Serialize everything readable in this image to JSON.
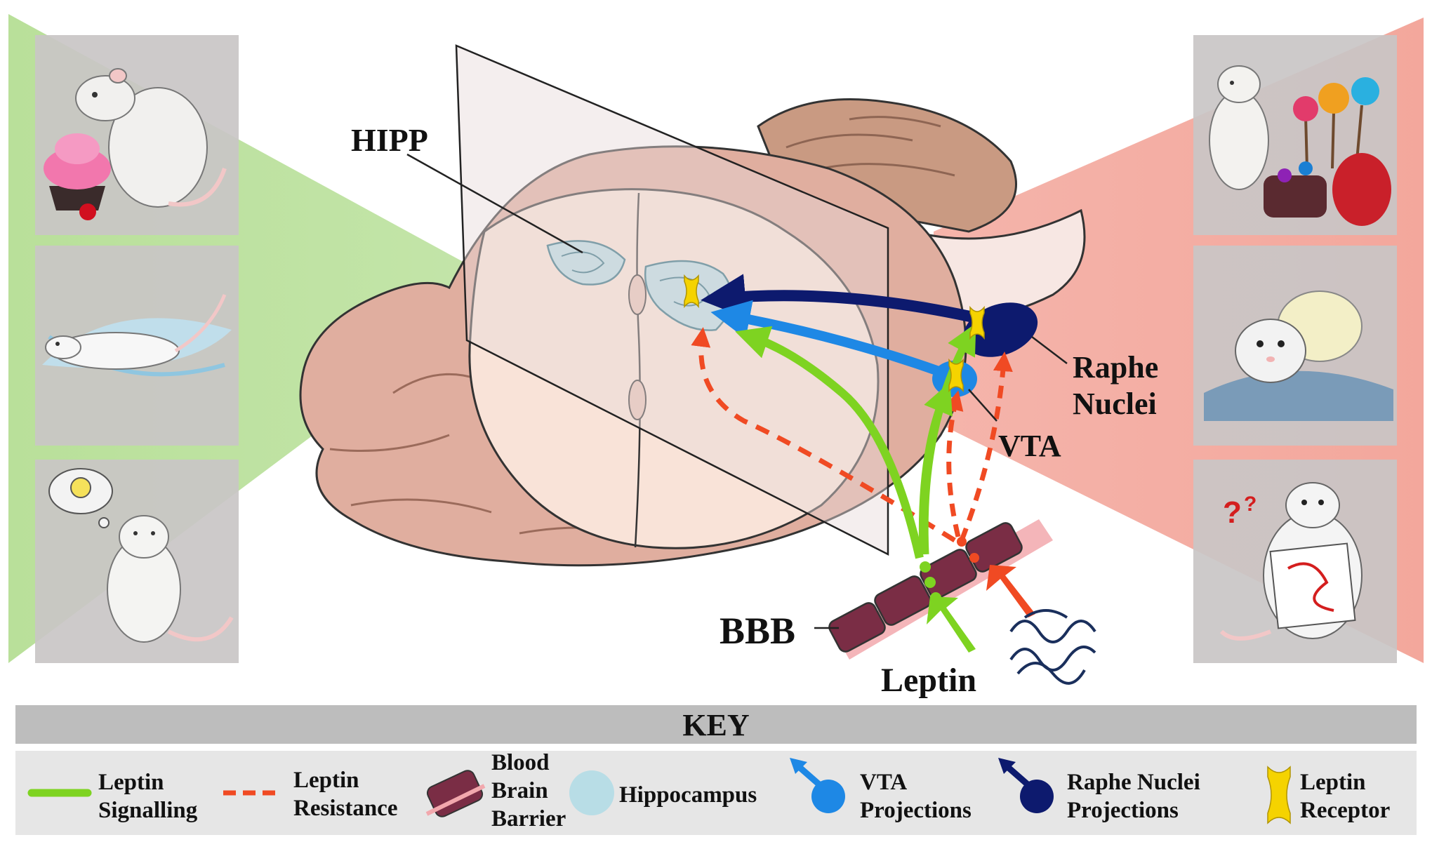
{
  "labels": {
    "hipp": "HIPP",
    "raphe_line1": "Raphe",
    "raphe_line2": "Nuclei",
    "vta": "VTA",
    "bbb": "BBB",
    "leptin": "Leptin"
  },
  "key": {
    "title": "KEY",
    "items": [
      {
        "lines": [
          "Leptin",
          "Signalling"
        ],
        "icon": "green-solid-line-icon"
      },
      {
        "lines": [
          "Leptin",
          "Resistance"
        ],
        "icon": "red-dashed-line-icon"
      },
      {
        "lines": [
          "Blood",
          "Brain",
          "Barrier"
        ],
        "icon": "bbb-cells-icon"
      },
      {
        "lines": [
          "Hippocampus"
        ],
        "icon": "hippocampus-circle-icon"
      },
      {
        "lines": [
          "VTA",
          "Projections"
        ],
        "icon": "vta-projection-icon"
      },
      {
        "lines": [
          "Raphe Nuclei",
          "Projections"
        ],
        "icon": "raphe-projection-icon"
      },
      {
        "lines": [
          "Leptin",
          "Receptor"
        ],
        "icon": "leptin-receptor-icon"
      }
    ]
  },
  "colors": {
    "leptin_signalling": "#7ed321",
    "leptin_resistance": "#f04a23",
    "vta": "#1e88e5",
    "raphe": "#0d1a6e",
    "receptor": "#f5d300",
    "hippocampus": "#b8dde6",
    "bbb": "#7a2d45",
    "left_panel": "#b9e09a",
    "right_panel": "#f3a79c"
  },
  "panels": {
    "left": [
      "rat-eating-cupcake-illustration",
      "rat-swimming-illustration",
      "rat-lightbulb-idea-illustration"
    ],
    "right": [
      "rat-with-sweets-illustration",
      "rat-in-water-illustration",
      "rat-confused-maze-illustration"
    ]
  }
}
